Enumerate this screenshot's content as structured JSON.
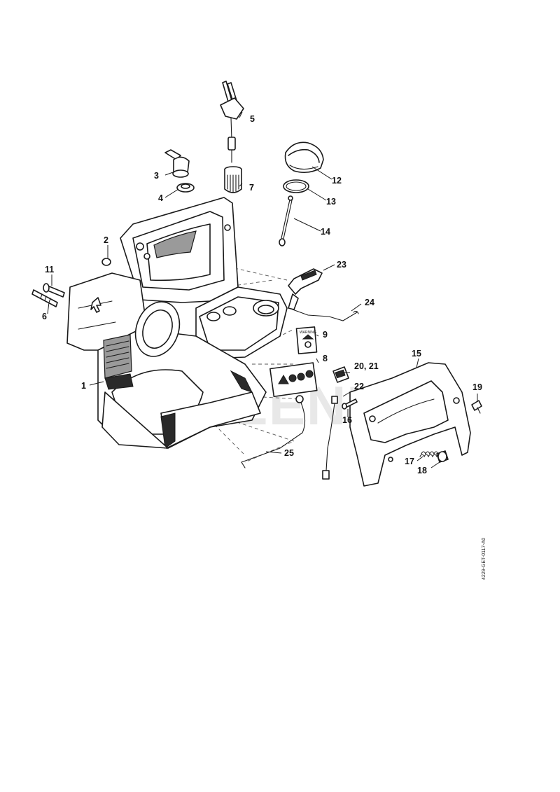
{
  "watermark": "CULLEN'S",
  "drawing_ref": "4229-GET-0117-A0",
  "decal_9_header": "WARNING",
  "callouts": [
    {
      "id": "c1",
      "label": "1"
    },
    {
      "id": "c2",
      "label": "2"
    },
    {
      "id": "c3",
      "label": "3"
    },
    {
      "id": "c4",
      "label": "4"
    },
    {
      "id": "c5",
      "label": "5"
    },
    {
      "id": "c6",
      "label": "6"
    },
    {
      "id": "c7",
      "label": "7"
    },
    {
      "id": "c8",
      "label": "8"
    },
    {
      "id": "c9",
      "label": "9"
    },
    {
      "id": "c11",
      "label": "11"
    },
    {
      "id": "c12",
      "label": "12"
    },
    {
      "id": "c13",
      "label": "13"
    },
    {
      "id": "c14",
      "label": "14"
    },
    {
      "id": "c15",
      "label": "15"
    },
    {
      "id": "c16",
      "label": "16"
    },
    {
      "id": "c17",
      "label": "17"
    },
    {
      "id": "c18",
      "label": "18"
    },
    {
      "id": "c19",
      "label": "19"
    },
    {
      "id": "c20",
      "label": "20, 21"
    },
    {
      "id": "c22",
      "label": "22"
    },
    {
      "id": "c23",
      "label": "23"
    },
    {
      "id": "c24",
      "label": "24"
    },
    {
      "id": "c25",
      "label": "25"
    }
  ]
}
